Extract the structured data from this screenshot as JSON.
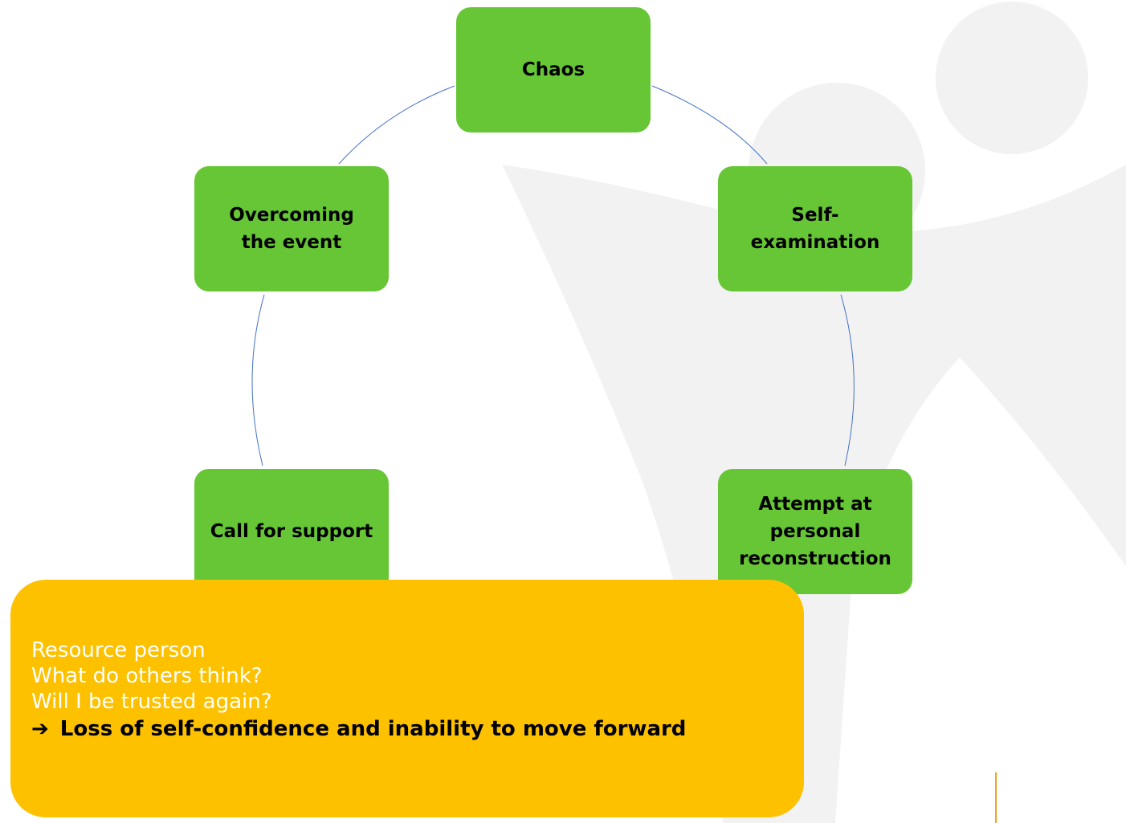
{
  "cycle": {
    "nodes": [
      {
        "id": "chaos",
        "label": "Chaos"
      },
      {
        "id": "self-examination",
        "label": "Self-\nexamination"
      },
      {
        "id": "attempt",
        "label": "Attempt at\npersonal\nreconstruction"
      },
      {
        "id": "call",
        "label": "Call for support"
      },
      {
        "id": "overcoming",
        "label": "Overcoming\nthe event"
      }
    ],
    "node_color": "#66c635",
    "connector_color": "#4472c4"
  },
  "callout": {
    "lines": [
      "Resource person",
      "What do others think?",
      "Will I be trusted again?"
    ],
    "conclusion_arrow": "➔",
    "conclusion": "Loss of self-confidence and inability to move forward",
    "background_color": "#fdc100"
  },
  "decor": {
    "figure_color": "#f2f2f2",
    "accent_color": "#f4a21f"
  }
}
